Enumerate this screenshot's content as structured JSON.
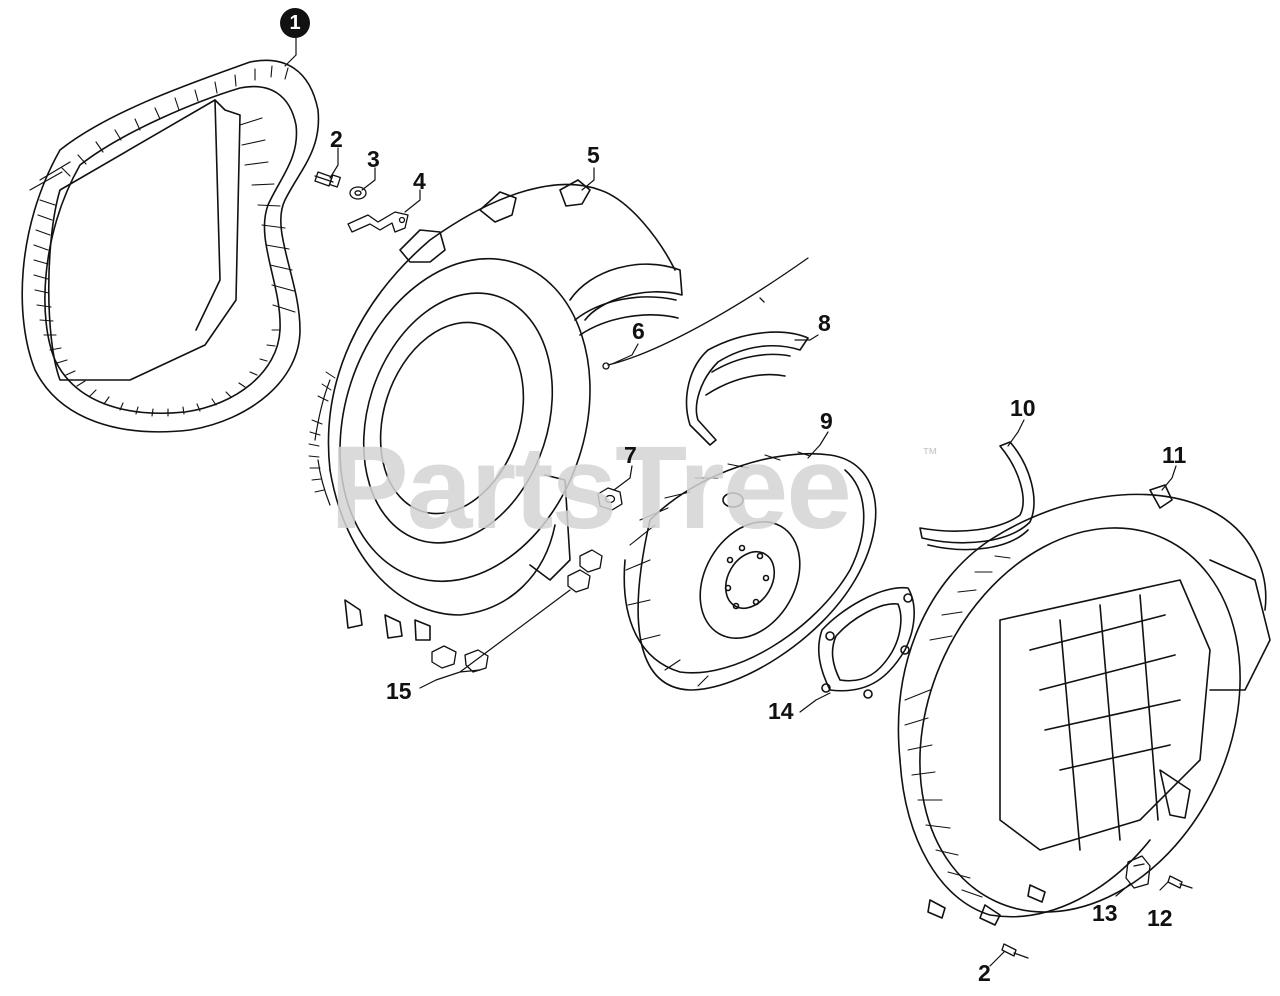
{
  "watermark": {
    "text": "PartsTree",
    "trademark": "™"
  },
  "callouts": {
    "c1": "1",
    "c2a": "2",
    "c2b": "2",
    "c3": "3",
    "c4": "4",
    "c5": "5",
    "c6": "6",
    "c7": "7",
    "c8": "8",
    "c9": "9",
    "c10": "10",
    "c11": "11",
    "c12": "12",
    "c13": "13",
    "c14": "14",
    "c15": "15"
  },
  "colors": {
    "line": "#111111",
    "watermark": "#d4d4d4"
  }
}
